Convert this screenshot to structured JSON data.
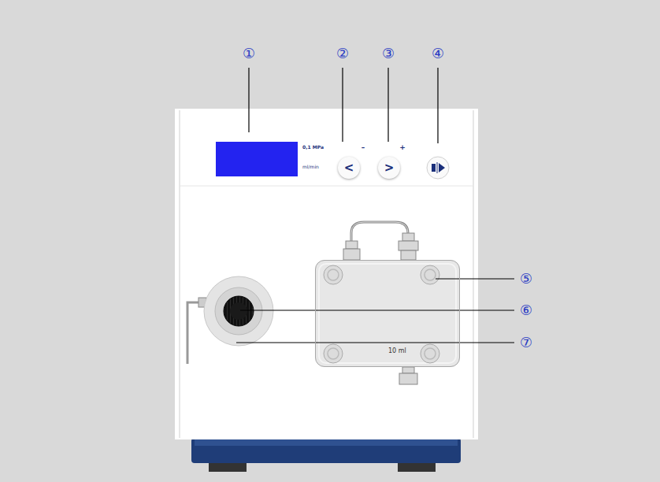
{
  "diagram": {
    "nodes": [
      {
        "text": [
          "<"
        ]
      },
      {
        "text": [
          ">"
        ]
      },
      {
        "text": [
          "10 ml"
        ]
      }
    ],
    "labels": [
      "①",
      "②",
      "③",
      "④",
      "0,1 MPa",
      "ml/min",
      "–",
      "+",
      "⑤",
      "⑥",
      "⑦"
    ]
  }
}
